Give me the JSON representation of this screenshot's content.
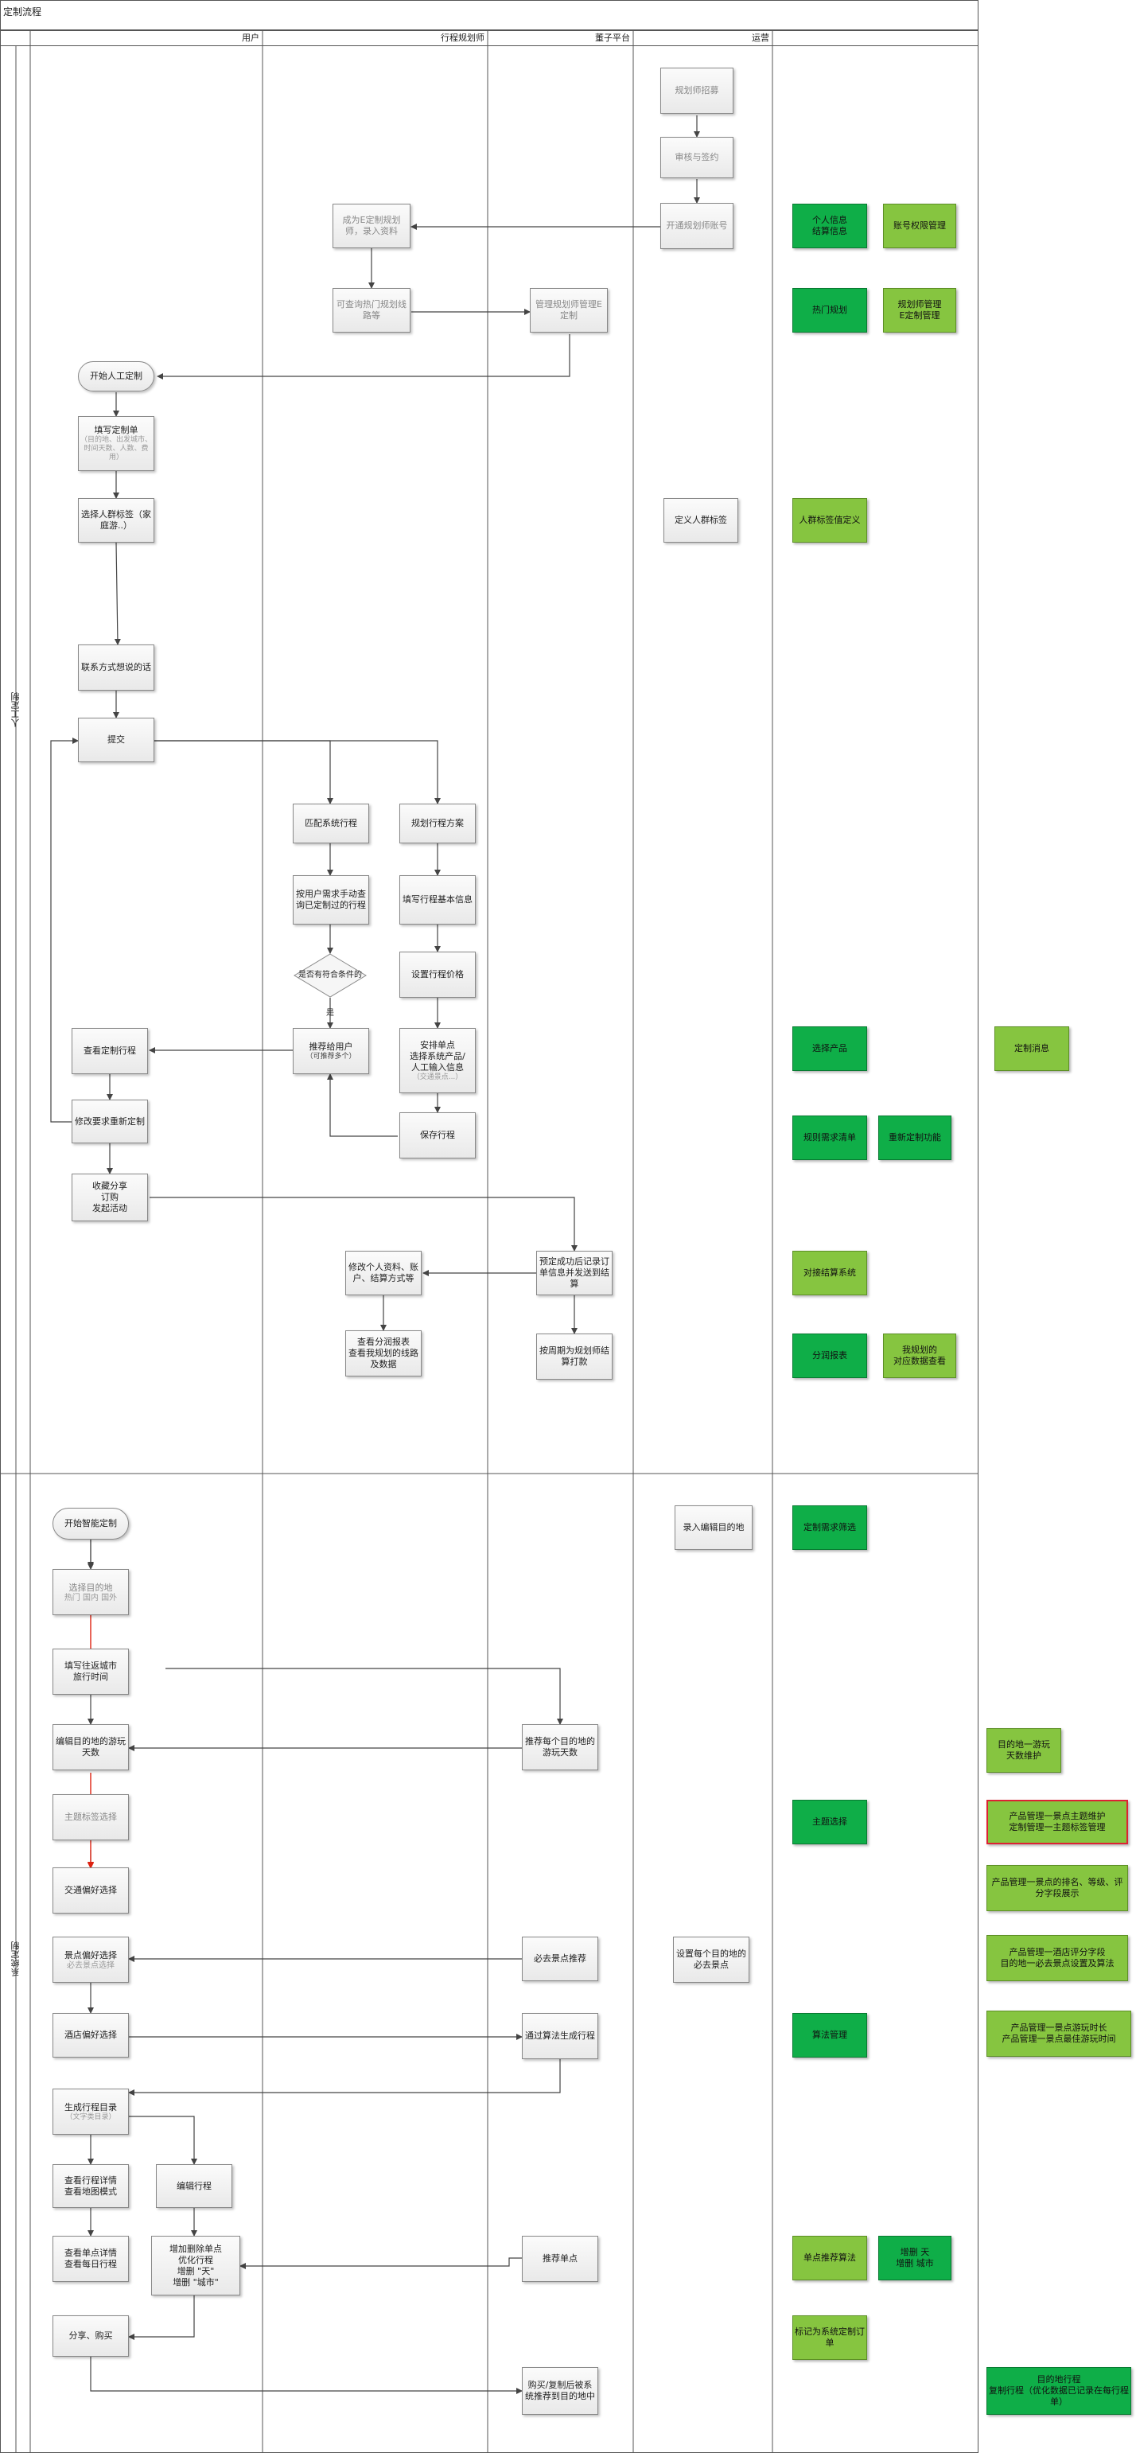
{
  "title": "定制流程",
  "lanes": [
    "用户",
    "行程规划师",
    "董子平台",
    "运营",
    ""
  ],
  "rows": [
    "人工定制",
    "系统定制"
  ],
  "nodes": {
    "n1": "规划师招募",
    "n2": "审核与签约",
    "n3": "开通规划师账号",
    "n4": "成为E定制规划师，录入资料",
    "n5": "可查询热门规划线路等",
    "n6": "管理规划师管理E定制",
    "n7": "开始人工定制",
    "n8_title": "填写定制单",
    "n8_sub": "（目的地、出发城市、时间天数、人数、费用）",
    "n9": "选择人群标签（家庭游..）",
    "n10": "定义人群标签",
    "n11": "联系方式想说的话",
    "n12": "提交",
    "n13": "匹配系统行程",
    "n14": "规划行程方案",
    "n15": "按用户需求手动查询已定制过的行程",
    "n16": "填写行程基本信息",
    "n17": "是否有符合条件的",
    "n17_yes": "是",
    "n18": "设置行程价格",
    "n19": "查看定制行程",
    "n20_title": "推荐给用户",
    "n20_sub": "（可推荐多个）",
    "n21_title": "安排单点\n选择系统产品/\n人工输入信息",
    "n21_sub": "（交通景点...）",
    "n22": "修改要求重新定制",
    "n23": "保存行程",
    "n24": "收藏分享\n订购\n发起活动",
    "n25": "修改个人资料、账户、结算方式等",
    "n26": "预定成功后记录订单信息并发送到结算",
    "n27": "查看分润报表\n查看我规划的线路及数据",
    "n28": "按周期为规划师结算打款",
    "n29": "开始智能定制",
    "n30": "录入编辑目的地",
    "n31_title": "选择目的地",
    "n31_sub": "热门 国内 国外",
    "n32": "填写往返城市\n旅行时间",
    "n33": "编辑目的地的游玩天数",
    "n34": "推荐每个目的地的游玩天数",
    "n35": "主题标签选择",
    "n36": "交通偏好选择",
    "n37_title": "景点偏好选择",
    "n37_sub": "必去景点选择",
    "n38": "必去景点推荐",
    "n39": "设置每个目的地的必去景点",
    "n40": "酒店偏好选择",
    "n41": "通过算法生成行程",
    "n42_title": "生成行程目录",
    "n42_sub": "（文字类目录）",
    "n43": "查看行程详情\n查看地图模式",
    "n44": "编辑行程",
    "n45": "查看单点详情\n查看每日行程",
    "n46": "增加删除单点\n优化行程\n增删 \"天\"\n增删 \"城市\"",
    "n47": "推荐单点",
    "n48": "分享、购买",
    "n49": "购买/复制后被系统推荐到目的地中"
  },
  "green": {
    "g1": "个人信息\n结算信息",
    "g2": "账号权限管理",
    "g3": "热门规划",
    "g4": "规划师管理\nE定制管理",
    "g5": "人群标签值定义",
    "g6": "选择产品",
    "g7": "定制消息",
    "g8": "规则需求清单",
    "g9": "重新定制功能",
    "g10": "对接结算系统",
    "g11": "分润报表",
    "g12": "我规划的\n对应数据查看",
    "g13": "定制需求筛选",
    "g14": "目的地一游玩\n天数维护",
    "g15": "主题选择",
    "g16": "产品管理一景点主题维护\n定制管理一主题标签管理",
    "g17": "产品管理一景点的排名、等级、评分字段展示",
    "g18": "产品管理一酒店评分字段\n目的地一必去景点设置及算法",
    "g19": "算法管理",
    "g20": "产品管理一景点游玩时长\n产品管理一景点最佳游玩时间",
    "g21": "单点推荐算法",
    "g22": "增删 天\n增删 城市",
    "g23": "标记为系统定制订单",
    "g24": "目的地行程\n复制行程（优化数据已记录在每行程单）"
  }
}
